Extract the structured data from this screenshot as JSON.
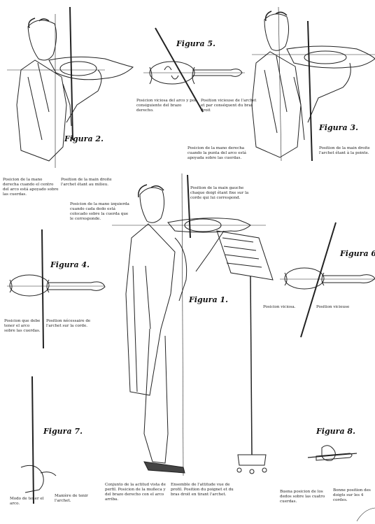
{
  "figures": {
    "fig1": "Figura 1.",
    "fig2": "Figura 2.",
    "fig3": "Figura 3.",
    "fig4": "Figura 4.",
    "fig5": "Figura 5.",
    "fig6": "Figura 6.",
    "fig7": "Figura 7.",
    "fig8": "Figura 8."
  },
  "captions": {
    "fig5_es": "Posicion viciosa del arco y por consiguiente del brazo derecho.",
    "fig5_fr": "Position vicieuse de l'archet et par conséquent du bras droit",
    "fig3_es": "Posicion de la mano derecha cuando la punta del arco está apoyada sobre las cuerdas.",
    "fig3_fr": "Position de la main droite l'archet étant à la pointe.",
    "fig2_es": "Posicion de la mano derecha cuando el centro del arco está apoyado sobre las cuerdas.",
    "fig2_fr": "Position de la main droite l'archet étant au milieu.",
    "fig1_left_es": "Posicion de la mano izquierda cuando cada dedo está colocado sobre la cuerda que le corresponde.",
    "fig1_left_fr": "Position de la main gauche chaque doigt étant fixe sur la corde qui lui correspond.",
    "fig4_es": "Posicion que debe tener el arco sobre las cuerdas.",
    "fig4_fr": "Position nécessaire de l'archet sur la corde.",
    "fig6_es": "Posicion viciosa.",
    "fig6_fr": "Position vicieuse",
    "fig7_es": "Modo de tener el arco.",
    "fig7_fr": "Manière de tenir l'archet.",
    "fig1_es": "Conjunto de la actitud vista de perfil. Posicion de la muñeca y del brazo derecho con el arco arriba.",
    "fig1_fr": "Ensemble de l'attitude vue de profil. Position du poignet et du bras droit en tirant l'archet.",
    "fig8_es": "Buena posicion de los dedos sobre las cuatro cuerdas.",
    "fig8_fr": "Bonne position des doigts sur les 4 cordes."
  }
}
